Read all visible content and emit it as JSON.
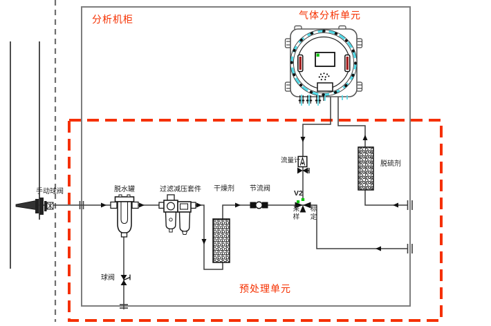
{
  "diagram": {
    "title_regions": {
      "cabinet": "分析机柜",
      "gas_analysis_unit": "气体分析单元",
      "pretreatment_unit": "预处理单元"
    },
    "labels": {
      "cabinet": "分析机柜",
      "gas_unit": "气体分析单元",
      "pretreatment": "预处理单元",
      "manual_ball_valve": "手动球阀",
      "dehydration_tank": "脱水罐",
      "filter_kit": "过滤减压套件",
      "desiccant": "干燥剂",
      "throttle_valve": "节流阀",
      "flow_meter": "流量计",
      "v2": "V2",
      "sampling": "采样",
      "calibration": "标定",
      "desulfurizer": "脱硫剂",
      "drain_ball_valve": "球阀"
    },
    "colors": {
      "boundary_red": "#f53000",
      "pipe": "#3c3c3c",
      "cabinet_border": "#7d7d7d",
      "ring_cyan": "#52d8e6",
      "indicator_green": "#10c410",
      "handle_red": "#a32020"
    }
  }
}
